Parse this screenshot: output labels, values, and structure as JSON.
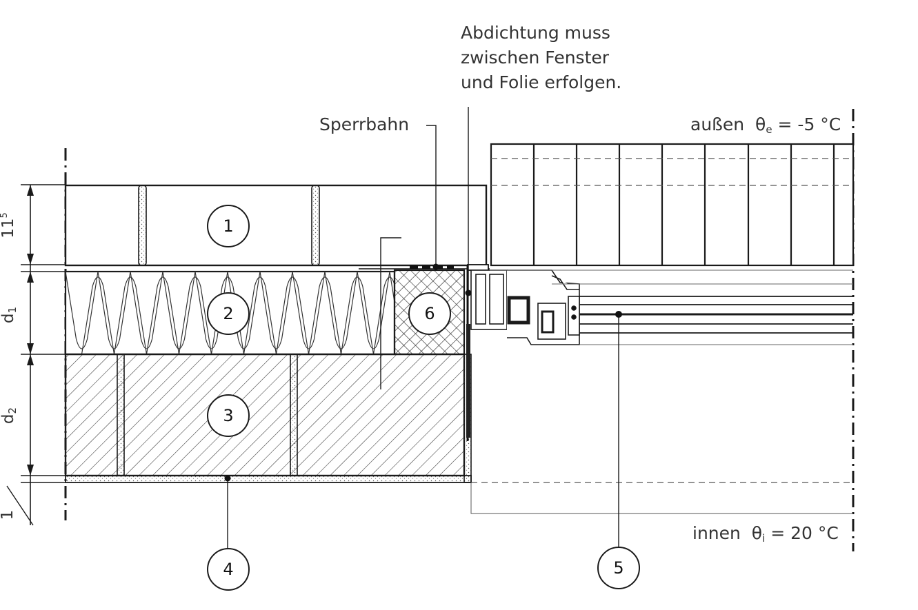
{
  "annotation": {
    "line1": "Abdichtung muss",
    "line2": "zwischen Fenster",
    "line3": "und Folie erfolgen."
  },
  "sperrbahn": "Sperrbahn",
  "outside": {
    "word": "außen",
    "theta": "θ",
    "sub": "e",
    "value": "= -5 °C"
  },
  "inside": {
    "word": "innen",
    "theta": "θ",
    "sub": "i",
    "value": "= 20 °C"
  },
  "dims": {
    "d_top": "11",
    "d_top_sup": "5",
    "d1": "d",
    "d1_sub": "1",
    "d2": "d",
    "d2_sub": "2",
    "d_bottom": "1"
  },
  "callouts": [
    "1",
    "2",
    "3",
    "4",
    "5",
    "6"
  ],
  "colors": {
    "line": "#1a1a1a",
    "hatch": "#333333",
    "dash": "#555555"
  }
}
